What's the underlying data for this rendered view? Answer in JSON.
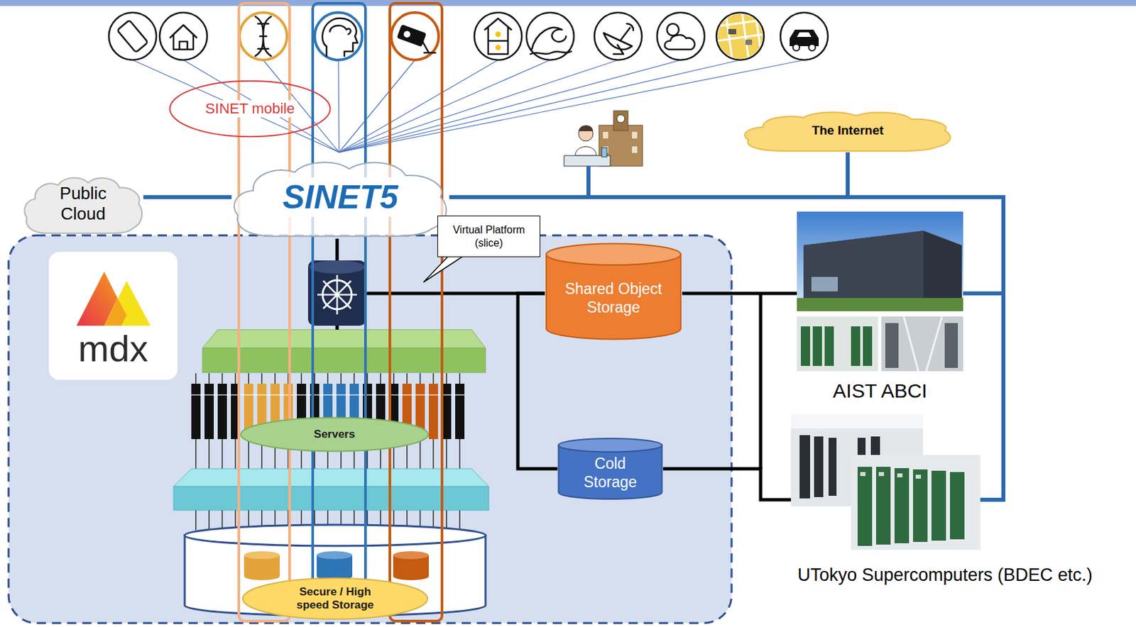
{
  "diagram": {
    "nodes": [
      {
        "text": [
          "SINET mobile"
        ]
      },
      {
        "text": [
          "The Internet"
        ]
      },
      {
        "text": [
          "Public Cloud"
        ]
      },
      {
        "text": [
          "SINET5"
        ]
      },
      {
        "text": [
          "Virtual Platform (slice)"
        ]
      },
      {
        "text": [
          "mdx"
        ]
      },
      {
        "text": [
          "Shared Object Storage"
        ]
      },
      {
        "text": [
          "AIST ABCI"
        ]
      },
      {
        "text": [
          "Servers"
        ]
      },
      {
        "text": [
          "Cold Storage"
        ]
      },
      {
        "text": [
          "UTokyo Supercomputers (BDEC etc.)"
        ]
      },
      {
        "text": [
          "Secure / High speed Storage"
        ]
      }
    ],
    "edges": [
      {
        "from": 2,
        "to": 3,
        "arrow": "none"
      },
      {
        "from": 3,
        "to": 1,
        "arrow": "none"
      },
      {
        "from": 3,
        "to": 7,
        "arrow": "none"
      },
      {
        "from": 3,
        "to": 10,
        "arrow": "none"
      },
      {
        "from": 6,
        "to": 7,
        "arrow": "none"
      },
      {
        "from": 6,
        "to": 9,
        "arrow": "none"
      },
      {
        "from": 9,
        "to": 10,
        "arrow": "none"
      }
    ]
  }
}
